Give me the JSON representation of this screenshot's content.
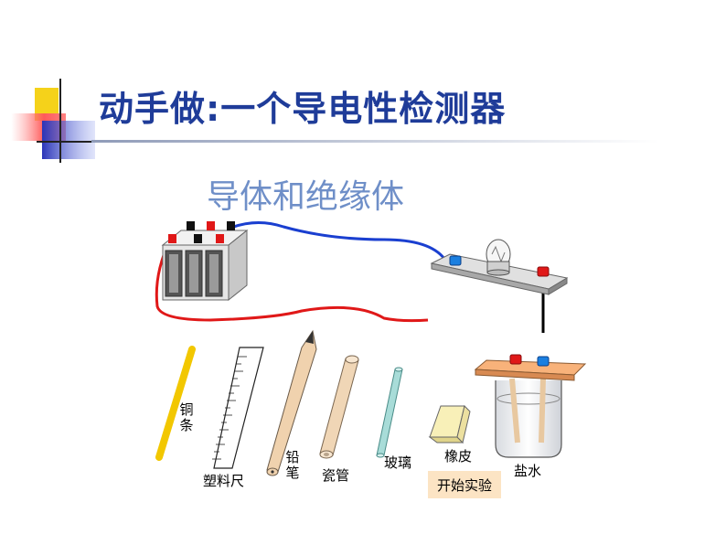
{
  "slide": {
    "title": "动手做:一个导电性检测器",
    "subtitle": "导体和绝缘体"
  },
  "materials": {
    "copper": "铜条",
    "plastic_ruler": "塑料尺",
    "pencil": "铅笔",
    "porcelain_tube": "瓷管",
    "glass": "玻璃",
    "eraser": "橡皮",
    "salt_water": "盐水"
  },
  "controls": {
    "start_label": "开始实验"
  },
  "colors": {
    "title": "#1f3c99",
    "subtitle": "#6f8fc8",
    "wire_blue": "#1a3fd0",
    "wire_red": "#e01818",
    "copper_bar": "#f2c700",
    "button_bg": "#fce4c4"
  }
}
